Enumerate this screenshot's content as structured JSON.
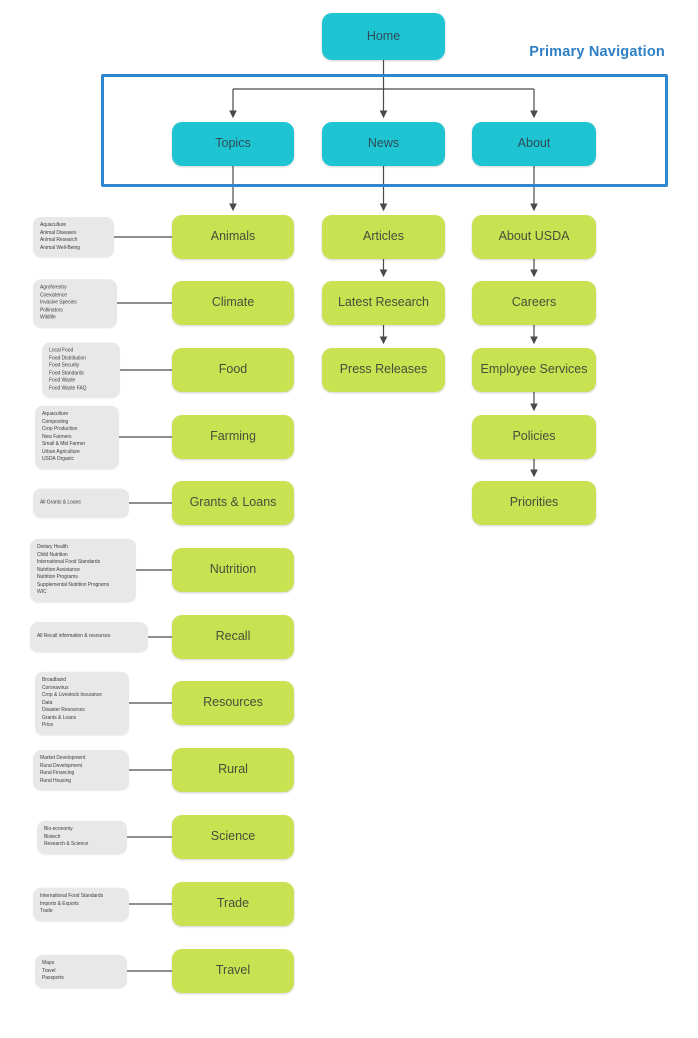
{
  "diagram": {
    "frame_label": "Primary Navigation",
    "home": {
      "label": "Home"
    },
    "nav": [
      {
        "label": "Topics",
        "children": [
          {
            "label": "Animals",
            "subitems": [
              "Aquaculture",
              "Animal Diseases",
              "Animal Research",
              "Animal Well-Being"
            ]
          },
          {
            "label": "Climate",
            "subitems": [
              "Agroforestry",
              "Coexistence",
              "Invasive Species",
              "Pollinators",
              "Wildlife"
            ]
          },
          {
            "label": "Food",
            "subitems": [
              "Local Food",
              "Food Distribution",
              "Food Security",
              "Food Standards",
              "Food Waste",
              "Food Waste FAQ"
            ]
          },
          {
            "label": "Farming",
            "subitems": [
              "Aquaculture",
              "Composting",
              "Crop Production",
              "New Farmers",
              "Small & Mid Farmer",
              "Urban Agriculture",
              "USDA Organic"
            ]
          },
          {
            "label": "Grants & Loans",
            "subitems": [
              "All Grants & Loans"
            ]
          },
          {
            "label": "Nutrition",
            "subitems": [
              "Dietary Health",
              "Child Nutrition",
              "International Food Standards",
              "Nutrition Assistance",
              "Nutrition Programs",
              "Supplemental Nutrition Programs",
              "WIC"
            ]
          },
          {
            "label": "Recall",
            "subitems": [
              "All Recall information & resources"
            ]
          },
          {
            "label": "Resources",
            "subitems": [
              "Broadband",
              "Coronavirus",
              "Crop & Livestock Insurance",
              "Data",
              "Disaster Resources",
              "Grants & Loans",
              "Price"
            ]
          },
          {
            "label": "Rural",
            "subitems": [
              "Market Development",
              "Rural Development",
              "Rural Financing",
              "Rural Housing"
            ]
          },
          {
            "label": "Science",
            "subitems": [
              "Bio-economy",
              "Biotech",
              "Research & Science"
            ]
          },
          {
            "label": "Trade",
            "subitems": [
              "International Food Standards",
              "Imports & Exports",
              "Trade"
            ]
          },
          {
            "label": "Travel",
            "subitems": [
              "Maps",
              "Travel",
              "Passports"
            ]
          }
        ]
      },
      {
        "label": "News",
        "children": [
          {
            "label": "Articles"
          },
          {
            "label": "Latest Research"
          },
          {
            "label": "Press Releases"
          }
        ]
      },
      {
        "label": "About",
        "children": [
          {
            "label": "About USDA"
          },
          {
            "label": "Careers"
          },
          {
            "label": "Employee Services"
          },
          {
            "label": "Policies"
          },
          {
            "label": "Priorities"
          }
        ]
      }
    ],
    "colors": {
      "primary_node": "#1fc4d2",
      "secondary_node": "#c9e252",
      "callout_bg": "#e8e8e8",
      "frame_border": "#2e86d0",
      "frame_label": "#2e7fc4",
      "connector": "#4a4a4a"
    }
  }
}
